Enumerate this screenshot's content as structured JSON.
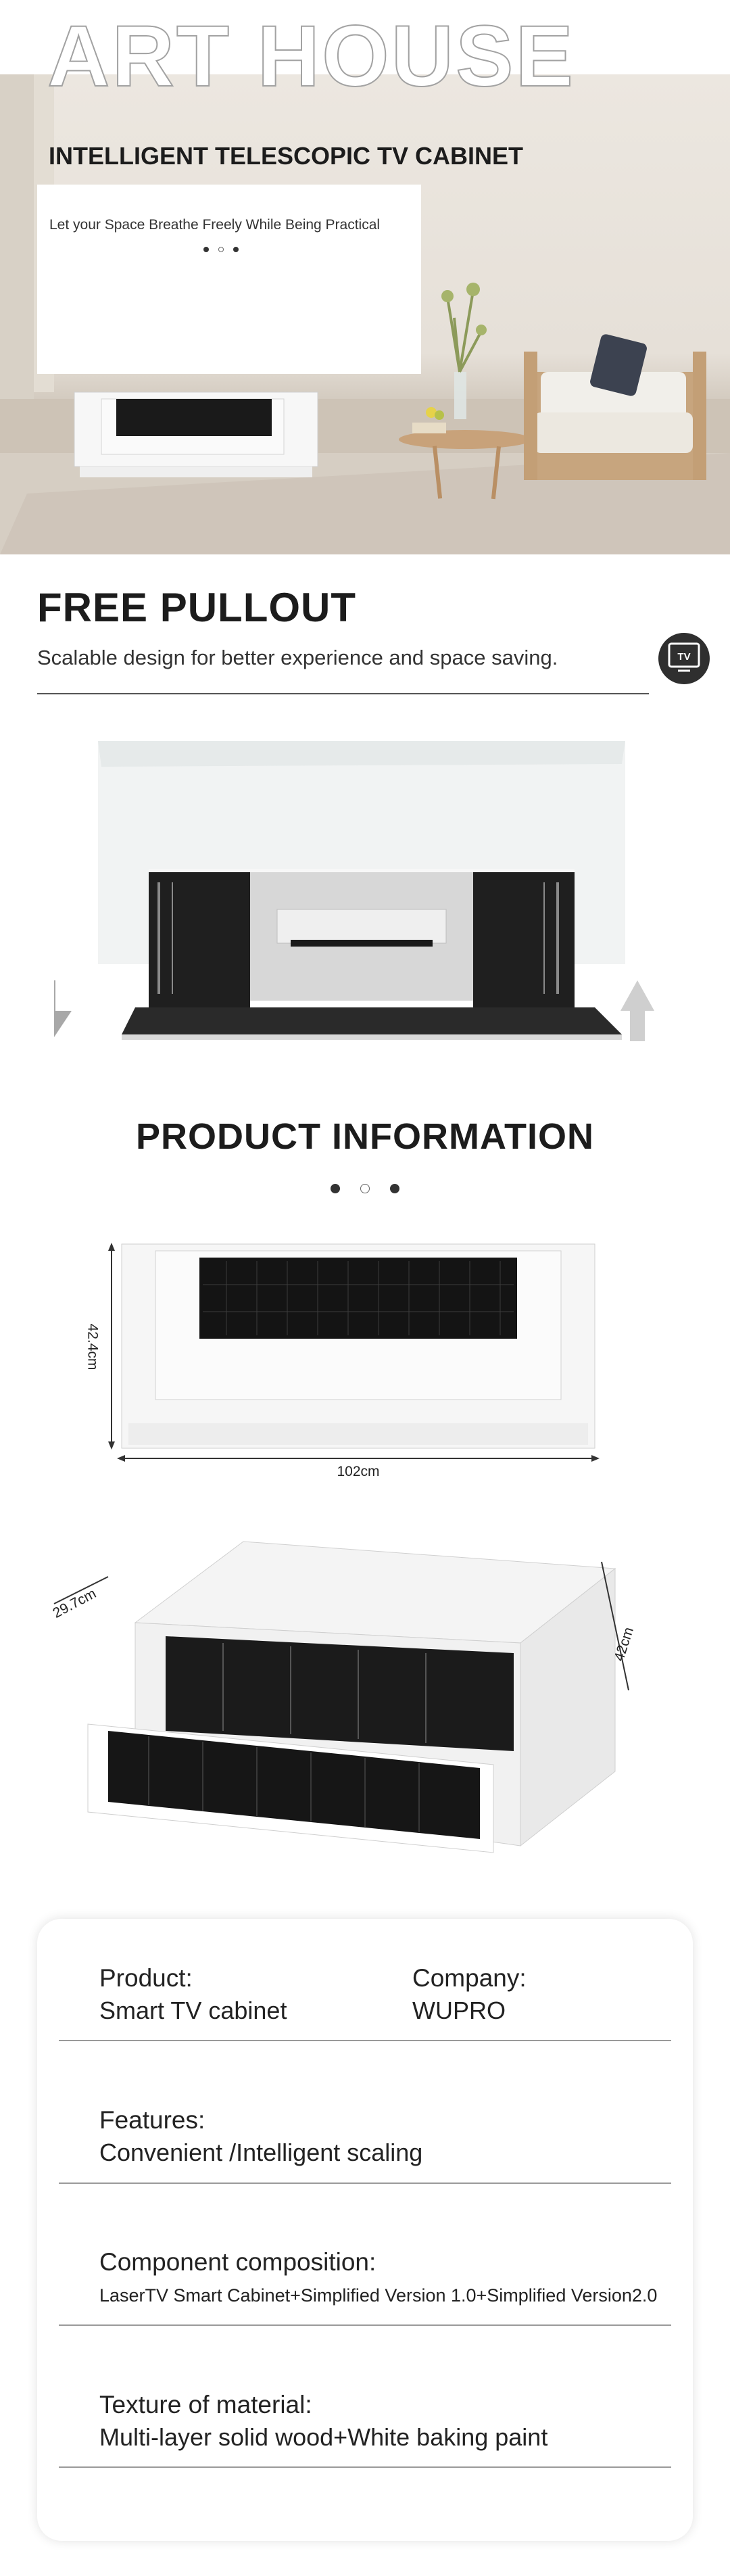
{
  "hero": {
    "brand": "ART HOUSE",
    "title": "INTELLIGENT TELESCOPIC TV CABINET",
    "subtitle": "Let your Space Breathe Freely While Being Practical"
  },
  "pullout": {
    "title": "FREE PULLOUT",
    "description": "Scalable design for better experience and space saving.",
    "badge_label": "TV"
  },
  "product_info": {
    "title": "PRODUCT INFORMATION",
    "dimensions": {
      "height": "42.4cm",
      "width": "102cm",
      "depth": "29.7cm",
      "side": "42cm"
    }
  },
  "specs": {
    "product_label": "Product:",
    "product_value": "Smart TV cabinet",
    "company_label": "Company:",
    "company_value": "WUPRO",
    "features_label": "Features:",
    "features_value": "Convenient /Intelligent scaling",
    "composition_label": "Component composition:",
    "composition_value": "LaserTV Smart Cabinet+Simplified Version 1.0+Simplified Version2.0",
    "texture_label": "Texture of material:",
    "texture_value": "Multi-layer solid wood+White baking paint"
  },
  "icons": [
    "tv-icon",
    "arrow-down-icon",
    "arrow-up-icon"
  ],
  "colors": {
    "text": "#1c1c1c",
    "badge": "#2f2f2f",
    "rule": "#9a9a9a"
  }
}
